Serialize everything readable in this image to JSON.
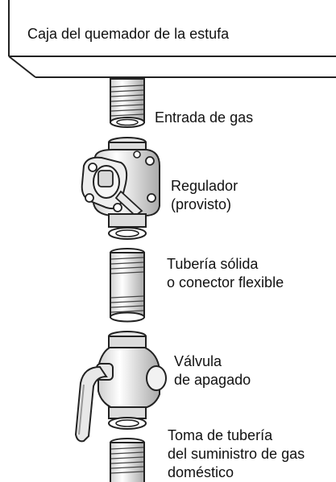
{
  "box": {
    "title": "Caja del quemador de la estufa"
  },
  "labels": {
    "entrada": "Entrada de gas",
    "regulador_1": "Regulador",
    "regulador_2": "(provisto)",
    "tuberia_1": "Tubería sólida",
    "tuberia_2": "o conector flexible",
    "valvula_1": "Válvula",
    "valvula_2": "de apagado",
    "toma_1": "Toma de tubería",
    "toma_2": "del suministro de gas",
    "toma_3": "doméstico"
  },
  "icons": [
    "burner-box",
    "gas-inlet-pipe",
    "regulator",
    "pipe-nipple",
    "shutoff-valve",
    "supply-pipe"
  ]
}
